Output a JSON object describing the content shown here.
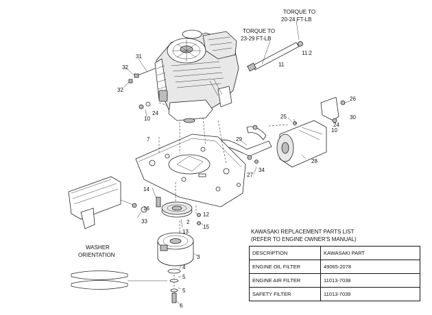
{
  "callouts": {
    "c2": "2",
    "c3": "3",
    "c4": "4",
    "c5a": "5",
    "c5b": "5",
    "c6": "6",
    "c7": "7",
    "c10a": "10",
    "c10b": "10",
    "c11": "11",
    "c11_2": "11:2",
    "c12": "12",
    "c13": "13",
    "c14": "14",
    "c15": "15",
    "c16": "16",
    "c24a": "24",
    "c24b": "24",
    "c25": "25",
    "c26": "26",
    "c27": "27",
    "c28": "28",
    "c29": "29",
    "c30": "30",
    "c31": "31",
    "c32a": "32",
    "c32b": "32",
    "c33": "33",
    "c34": "34"
  },
  "notes": {
    "torque_a_line1": "TORQUE TO",
    "torque_a_line2": "23-29 FT-LB",
    "torque_b_line1": "TORQUE TO",
    "torque_b_line2": "20-24 FT-LB",
    "washer_line1": "WASHER",
    "washer_line2": "ORIENTATION"
  },
  "parts_list": {
    "title_line1": "KAWASAKI REPLACEMENT PARTS LIST",
    "title_line2": "(REFER TO ENGINE OWNER'S MANUAL)",
    "headers": [
      "DESCRIPTION",
      "KAWASAKI PART"
    ],
    "rows": [
      [
        "ENGINE OIL FILTER",
        "49065-2078"
      ],
      [
        "ENGINE AIR FILTER",
        "11013-7038"
      ],
      [
        "SAFETY FILTER",
        "11013-7039"
      ]
    ]
  }
}
